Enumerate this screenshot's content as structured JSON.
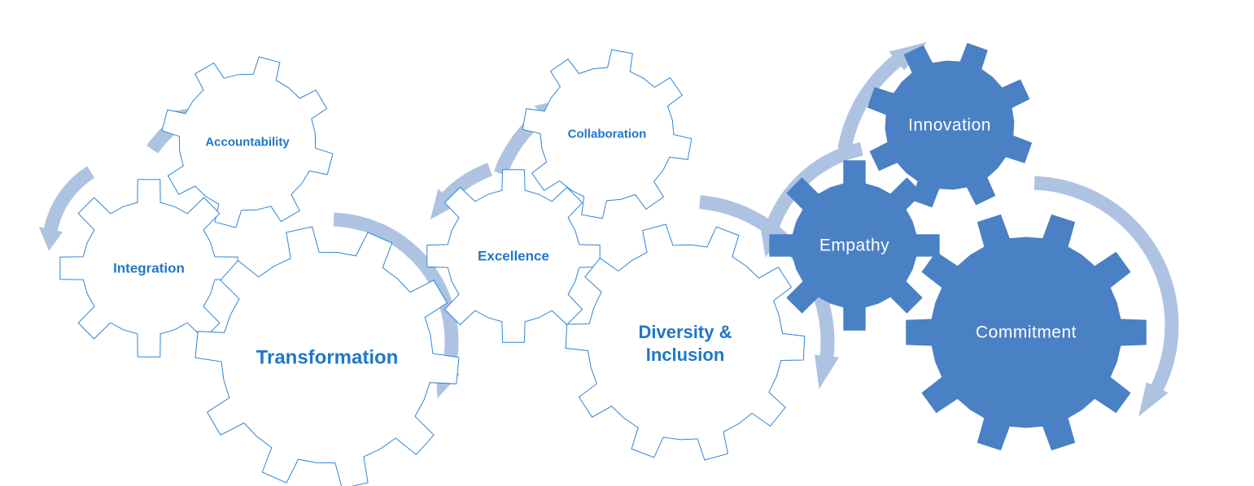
{
  "diagram": {
    "colors": {
      "gear_outline": "#2e86d6",
      "gear_outline_fill": "#ffffff",
      "gear_filled": "#4a80c4",
      "arrow": "#aec3e2",
      "outline_text": "#1f77c9",
      "filled_text": "#ffffff"
    },
    "gears": [
      {
        "id": "accountability",
        "label": "Accountability",
        "style": "outline"
      },
      {
        "id": "integration",
        "label": "Integration",
        "style": "outline"
      },
      {
        "id": "transformation",
        "label": "Transformation",
        "style": "outline"
      },
      {
        "id": "collaboration",
        "label": "Collaboration",
        "style": "outline"
      },
      {
        "id": "excellence",
        "label": "Excellence",
        "style": "outline"
      },
      {
        "id": "diversity",
        "label": "Diversity & Inclusion",
        "style": "outline"
      },
      {
        "id": "innovation",
        "label": "Innovation",
        "style": "filled"
      },
      {
        "id": "empathy",
        "label": "Empathy",
        "style": "filled"
      },
      {
        "id": "commitment",
        "label": "Commitment",
        "style": "filled"
      }
    ],
    "arrows": [
      {
        "id": "arrow-integration-up"
      },
      {
        "id": "arrow-accountability-left"
      },
      {
        "id": "arrow-transformation-right"
      },
      {
        "id": "arrow-excellence-up"
      },
      {
        "id": "arrow-collaboration-left"
      },
      {
        "id": "arrow-diversity-right"
      },
      {
        "id": "arrow-empathy-up"
      },
      {
        "id": "arrow-innovation-left"
      },
      {
        "id": "arrow-commitment-right"
      }
    ]
  }
}
